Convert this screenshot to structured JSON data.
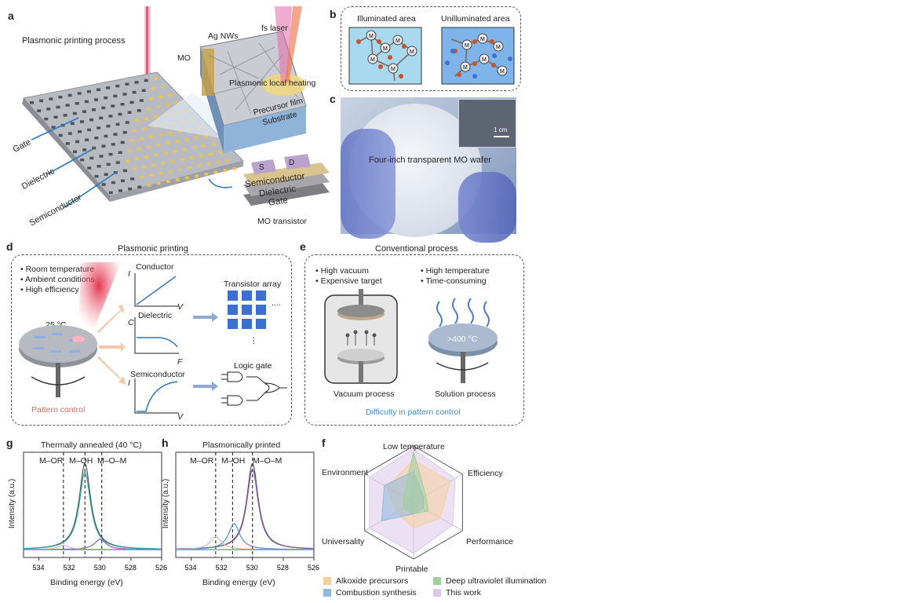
{
  "panel_letters": {
    "a": "a",
    "b": "b",
    "c": "c",
    "d": "d",
    "e": "e",
    "f": "f",
    "g": "g",
    "h": "h"
  },
  "a": {
    "title": "Plasmonic printing process",
    "ag_nws": "Ag NWs",
    "fs_laser": "fs laser",
    "mo": "MO",
    "local_heating": "Plasmonic local heating",
    "precursor_film": "Precursor film",
    "substrate": "Substrate",
    "gate": "Gate",
    "dielectric": "Dielectric",
    "semiconductor": "Semiconductor",
    "stack": {
      "s": "S",
      "d": "D",
      "semiconductor": "Semiconductor",
      "dielectric": "Dielectric",
      "gate": "Gate"
    },
    "transistor": "MO transistor"
  },
  "b": {
    "illuminated": "Illuminated area",
    "unilluminated": "Unilluminated area",
    "metal": "M"
  },
  "c": {
    "caption": "Four-inch transparent MO wafer",
    "scale": "1 cm"
  },
  "d": {
    "title": "Plasmonic printing",
    "bullets": [
      "• Room temperature",
      "• Ambient conditions",
      "• High efficiency"
    ],
    "temp": "25 °C",
    "conductor": "Conductor",
    "dielectric": "Dielectric",
    "semiconductor": "Semiconductor",
    "axis_i": "I",
    "axis_v": "V",
    "axis_c": "C",
    "axis_f": "F",
    "transistor_array": "Transistor array",
    "hdots": "....",
    "vdots": "⋮",
    "logic_gate": "Logic gate",
    "pattern_control": "Pattern control"
  },
  "e": {
    "title": "Conventional process",
    "left_bullets": [
      "• High vacuum",
      "• Expensive target"
    ],
    "right_bullets": [
      "• High temperature",
      "• Time-consuming"
    ],
    "temp": ">400 °C",
    "vacuum": "Vacuum process",
    "solution": "Solution process",
    "difficulty": "Difficulty in pattern control"
  },
  "g": {
    "title": "Thermally   annealed (40 °C)",
    "regions": [
      "M–OR",
      "M–OH",
      "M–O–M"
    ],
    "ylabel": "Intensity (a.u.)",
    "xlabel": "Binding energy (eV)",
    "ticks": [
      "534",
      "532",
      "530",
      "528",
      "526"
    ]
  },
  "h": {
    "title": "Plasmonically printed",
    "regions": [
      "M–OR",
      "M–OH",
      "M–O–M"
    ],
    "ylabel": "Intensity (a.u.)",
    "xlabel": "Binding energy (eV)",
    "ticks": [
      "534",
      "532",
      "530",
      "528",
      "526"
    ]
  },
  "f": {
    "axes": [
      "Low temperature",
      "Efficiency",
      "Performance",
      "Printable",
      "Universality",
      "Environment"
    ],
    "legend": [
      {
        "name": "Alkoxide precursors",
        "color": "#f6cf9c"
      },
      {
        "name": "Deep ultraviolet illumination",
        "color": "#9fd09a"
      },
      {
        "name": "Combustion synthesis",
        "color": "#8fb8dc"
      },
      {
        "name": "This work",
        "color": "#dcc8ea"
      }
    ]
  },
  "chart_data": [
    {
      "type": "line",
      "title": "Thermally   annealed (40 °C)",
      "xlabel": "Binding energy (eV)",
      "ylabel": "Intensity (a.u.)",
      "xlim": [
        535,
        526
      ],
      "x_ticks": [
        534,
        532,
        530,
        528,
        526
      ],
      "region_dividers": [
        532.4,
        531.0,
        529.9
      ],
      "series": [
        {
          "color": "#555555",
          "peak_x": 531.0,
          "peak_y": 1.0
        },
        {
          "color": "#2aa6a6",
          "peak_x": 531.0,
          "peak_y": 0.9
        },
        {
          "color": "#8a5bb0",
          "peak_x": 530.0,
          "peak_y": 0.12
        },
        {
          "color": "#e0b8b0",
          "peak_x": 532.4,
          "peak_y": 0.05
        }
      ]
    },
    {
      "type": "line",
      "title": "Plasmonically printed",
      "xlabel": "Binding energy (eV)",
      "ylabel": "Intensity (a.u.)",
      "xlim": [
        535,
        526
      ],
      "x_ticks": [
        534,
        532,
        530,
        528,
        526
      ],
      "region_dividers": [
        532.4,
        531.3,
        530.0
      ],
      "series": [
        {
          "color": "#555555",
          "peak_x": 530.0,
          "peak_y": 1.0
        },
        {
          "color": "#8a5bb0",
          "peak_x": 530.0,
          "peak_y": 0.93
        },
        {
          "color": "#4a90d9",
          "peak_x": 531.2,
          "peak_y": 0.3
        },
        {
          "color": "#e0b8b0",
          "peak_x": 532.4,
          "peak_y": 0.15
        }
      ]
    },
    {
      "type": "radar",
      "axes": [
        "Low temperature",
        "Efficiency",
        "Performance",
        "Printable",
        "Universality",
        "Environment"
      ],
      "series": [
        {
          "name": "Alkoxide precursors",
          "values": [
            0.75,
            0.75,
            0.55,
            0.45,
            0.35,
            0.55
          ]
        },
        {
          "name": "Deep ultraviolet illumination",
          "values": [
            0.9,
            0.25,
            0.3,
            0.2,
            0.2,
            0.2
          ]
        },
        {
          "name": "Combustion synthesis",
          "values": [
            0.55,
            0.2,
            0.2,
            0.2,
            0.65,
            0.6
          ]
        },
        {
          "name": "This work",
          "values": [
            0.95,
            0.85,
            0.8,
            0.9,
            0.9,
            0.9
          ]
        }
      ]
    }
  ]
}
